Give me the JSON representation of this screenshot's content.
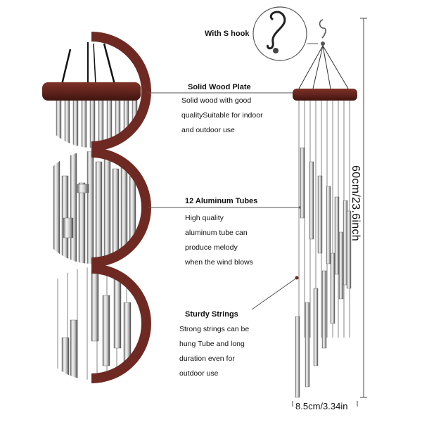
{
  "product": {
    "hook_label": "With S hook",
    "features": [
      {
        "heading": "Solid Wood  Plate",
        "description": "Solid wood with good\nqualitySuitable for indoor\nand outdoor use"
      },
      {
        "heading": "12 Aluminum Tubes",
        "description": "High quality\naluminum tube can\nproduce melody\nwhen the wind blows"
      },
      {
        "heading": "Sturdy Strings",
        "description": "Strong strings can be\nhung Tube and long\nduration even for\noutdoor use"
      }
    ],
    "dimensions": {
      "height": "60cm/23.6inch",
      "width": "8.5cm/3.34in"
    }
  },
  "colors": {
    "wood": "#6e2a22",
    "wood_dark": "#4a1712",
    "tube_light": "#f2f2f2",
    "tube_dark": "#5a5a5a",
    "line": "#444444"
  }
}
